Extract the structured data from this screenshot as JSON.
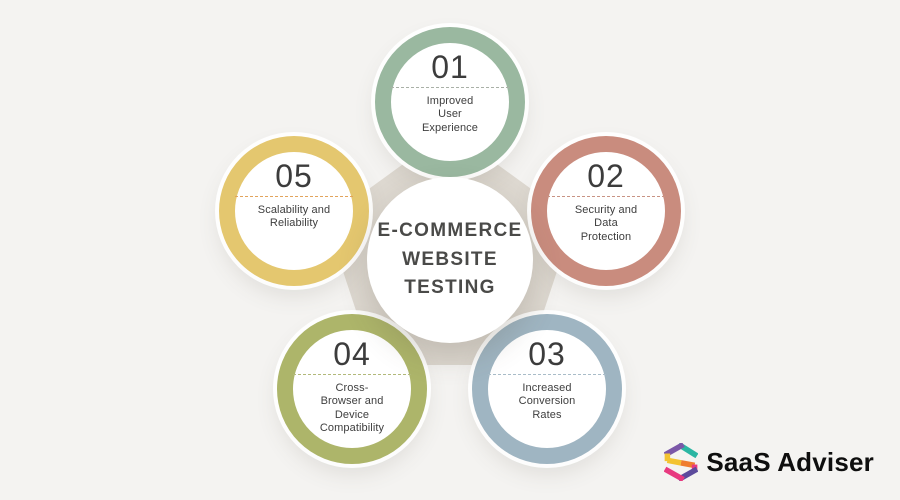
{
  "background_color": "#f4f3f1",
  "connector_color": "#ddd8d0",
  "center": {
    "title": "E-COMMERCE\nWEBSITE\nTESTING",
    "bg_color": "#ffffff",
    "text_color": "#4a4a48"
  },
  "items": [
    {
      "number": "01",
      "label": "Improved\nUser\nExperience",
      "ring_color": "#9ab8a0",
      "dash_color": "#a9b0a7"
    },
    {
      "number": "02",
      "label": "Security and\nData\nProtection",
      "ring_color": "#c98c7e",
      "dash_color": "#c89384"
    },
    {
      "number": "03",
      "label": "Increased\nConversion\nRates",
      "ring_color": "#9fb5c2",
      "dash_color": "#a9bcc8"
    },
    {
      "number": "04",
      "label": "Cross-\nBrowser and\nDevice\nCompatibility",
      "ring_color": "#adb56a",
      "dash_color": "#b2b97a"
    },
    {
      "number": "05",
      "label": "Scalability and\nReliability",
      "ring_color": "#e4c76f",
      "dash_color": "#e2a45c"
    }
  ],
  "logo": {
    "text": "SaaS Adviser",
    "text_color": "#0e0e0e",
    "segment_colors": [
      "#2bb6a3",
      "#7b57a8",
      "#f3c331",
      "#f3c331",
      "#ef7d2f",
      "#e8397f",
      "#5c4a9c",
      "#e8397f"
    ]
  }
}
